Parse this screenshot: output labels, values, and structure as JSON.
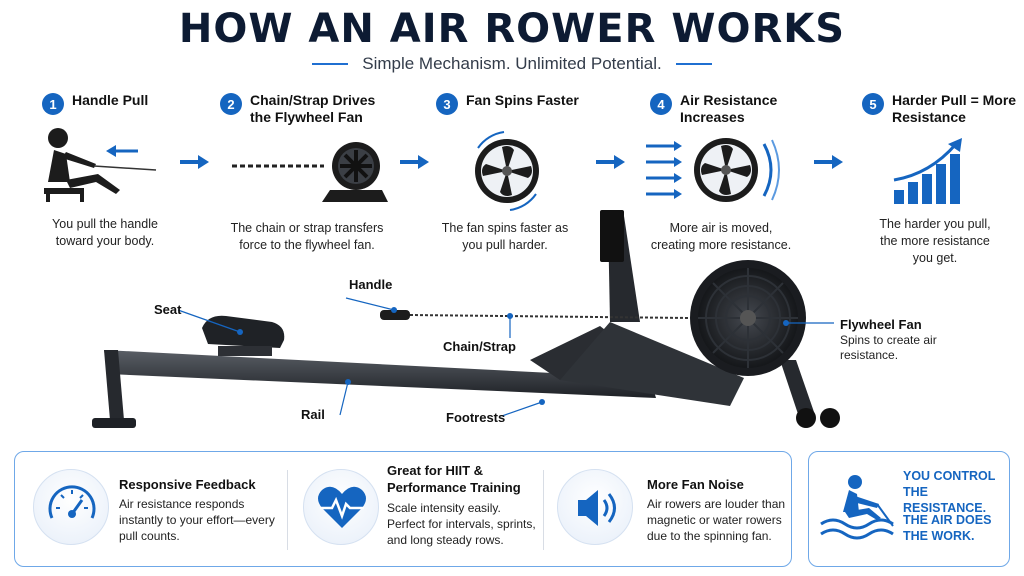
{
  "title": "HOW AN AIR ROWER WORKS",
  "subtitle": "Simple Mechanism. Unlimited Potential.",
  "steps": [
    {
      "num": "1",
      "title": "Handle Pull",
      "desc": "You pull the handle toward your body."
    },
    {
      "num": "2",
      "title": "Chain/Strap Drives the Flywheel Fan",
      "desc": "The chain or strap transfers force to the flywheel fan."
    },
    {
      "num": "3",
      "title": "Fan Spins Faster",
      "desc": "The fan spins faster as you pull harder."
    },
    {
      "num": "4",
      "title": "Air Resistance Increases",
      "desc": "More air is moved, creating more resistance."
    },
    {
      "num": "5",
      "title": "Harder Pull = More Resistance",
      "desc": "The harder you pull, the more resistance you get."
    }
  ],
  "parts": {
    "handle": "Handle",
    "seat": "Seat",
    "chain": "Chain/Strap",
    "rail": "Rail",
    "footrests": "Footrests",
    "flywheel": "Flywheel Fan",
    "flywheel_desc": "Spins to create air resistance."
  },
  "features": [
    {
      "title": "Responsive Feedback",
      "desc": "Air resistance responds instantly to your effort—every pull counts.",
      "icon": "gauge-icon"
    },
    {
      "title": "Great for HIIT & Performance Training",
      "desc": "Scale intensity easily. Perfect for intervals, sprints, and long steady rows.",
      "icon": "heart-pulse-icon"
    },
    {
      "title": "More Fan Noise",
      "desc": "Air rowers are louder than magnetic or water rowers due to the spinning fan.",
      "icon": "speaker-icon"
    }
  ],
  "cta": {
    "line1": "YOU CONTROL THE RESISTANCE.",
    "line2": "THE AIR DOES THE WORK."
  },
  "colors": {
    "accent": "#1565c0",
    "dark": "#0d1b33",
    "panel_border": "#6fa8e8"
  }
}
